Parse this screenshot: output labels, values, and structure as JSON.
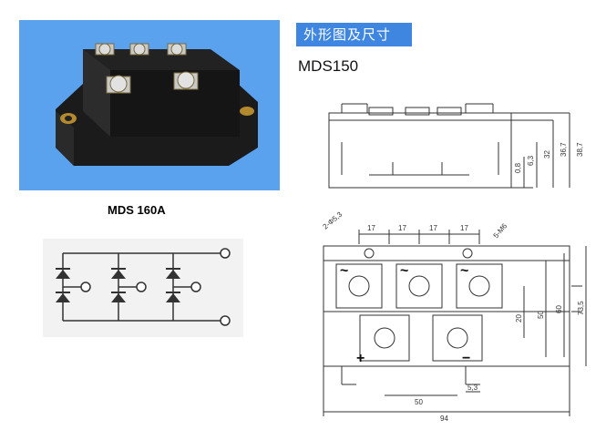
{
  "header": {
    "section_title": "外形图及尺寸",
    "model": "MDS150"
  },
  "product": {
    "caption": "MDS 160A"
  },
  "side_view_dims": {
    "d1": "0,8",
    "d2": "6,3",
    "d3": "32",
    "d4": "36,7",
    "d5": "38,7"
  },
  "top_view_dims": {
    "hole_label": "2-Φ5,3",
    "pitch1": "17",
    "pitch2": "17",
    "pitch3": "17",
    "pitch4": "17",
    "screw_label": "5-M6",
    "h20": "20",
    "h50": "50",
    "h60": "60",
    "h735": "73,5",
    "w50": "50",
    "w53": "5,3",
    "w94": "94"
  },
  "terminals": {
    "ac": "~",
    "plus": "+",
    "minus": "−"
  },
  "colors": {
    "badge_bg": "#3f86e0",
    "photo_bg": "#5aa2ee",
    "schem_bg": "#f2f2f2",
    "line": "#333333"
  }
}
